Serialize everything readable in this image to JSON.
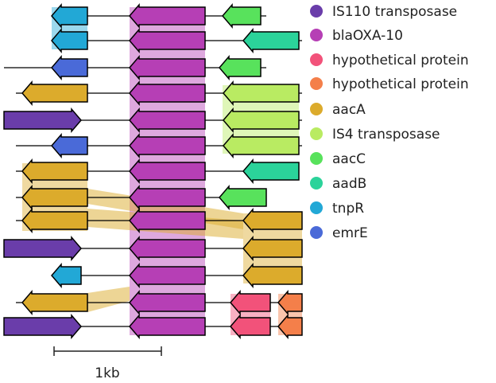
{
  "legend": [
    {
      "label": "IS110 transposase",
      "color": "#6a3daa",
      "icon": "dot-icon"
    },
    {
      "label": "blaOXA-10",
      "color": "#b63fb5",
      "icon": "dot-icon"
    },
    {
      "label": "hypothetical protein",
      "color": "#f2527a",
      "icon": "dot-icon"
    },
    {
      "label": "hypothetical protein",
      "color": "#f47f4a",
      "icon": "dot-icon"
    },
    {
      "label": "aacA",
      "color": "#dcab2c",
      "icon": "dot-icon"
    },
    {
      "label": "IS4 transposase",
      "color": "#b9eb62",
      "icon": "dot-icon"
    },
    {
      "label": "aacC",
      "color": "#58e25c",
      "icon": "dot-icon"
    },
    {
      "label": "aadB",
      "color": "#2bd39a",
      "icon": "dot-icon"
    },
    {
      "label": "tnpR",
      "color": "#22a8d6",
      "icon": "dot-icon"
    },
    {
      "label": "emrE",
      "color": "#4a6ad8",
      "icon": "dot-icon"
    }
  ],
  "scale_bar": {
    "label": "1kb"
  }
}
